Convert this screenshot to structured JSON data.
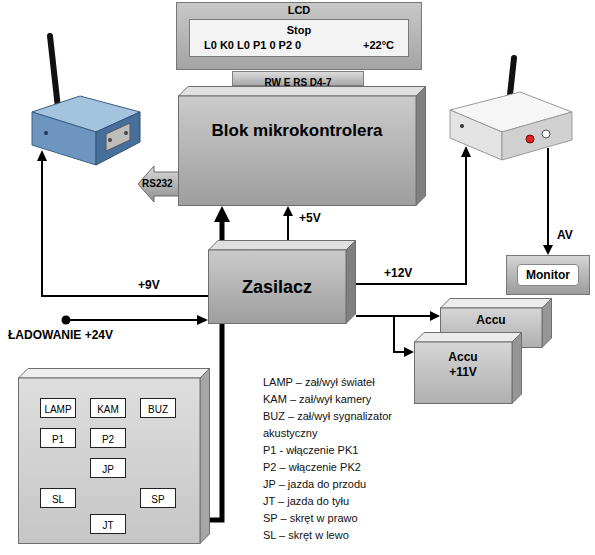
{
  "diagram": {
    "nodes": [
      {
        "text": [
          "LCD",
          "Stop",
          "L0 K0 L0 P1 0 P2 0",
          "+22°C"
        ]
      },
      {
        "text": [
          "RW E RS D4-7"
        ]
      },
      {
        "text": [
          "Blok mikrokontrolera"
        ]
      },
      {
        "text": [
          "Zasilacz"
        ]
      },
      {
        "text": [
          "Monitor"
        ]
      },
      {
        "text": [
          "Accu"
        ]
      },
      {
        "text": [
          "Accu",
          "+11V"
        ]
      },
      {
        "text": []
      },
      {
        "text": [
          "LAMP"
        ],
        "in": 7
      },
      {
        "text": [
          "KAM"
        ],
        "in": 7
      },
      {
        "text": [
          "BUZ"
        ],
        "in": 7
      },
      {
        "text": [
          "P1"
        ],
        "in": 7
      },
      {
        "text": [
          "P2"
        ],
        "in": 7
      },
      {
        "text": [
          "JP"
        ],
        "in": 7
      },
      {
        "text": [
          "SL"
        ],
        "in": 7
      },
      {
        "text": [
          "SP"
        ],
        "in": 7
      },
      {
        "text": [
          "JT"
        ],
        "in": 7
      }
    ],
    "edges": [
      {
        "from": 3,
        "to": 2,
        "label": "+5V",
        "arrow": "to"
      },
      {
        "from": 7,
        "to": 2,
        "arrow": "to"
      },
      {
        "from": 3,
        "to": 5,
        "arrow": "to"
      },
      {
        "from": 3,
        "to": 6,
        "arrow": "to"
      }
    ],
    "labels": [
      "RS232",
      "+9V",
      "+12V",
      "AV",
      "ŁADOWANIE +24V",
      "LAMP – zał/wył świateł",
      "KAM – zał/wył kamery",
      "BUZ – zał/wył sygnalizator akustyczny",
      "P1 - włączenie PK1",
      "P2 – włączenie PK2",
      "JP – jazda do przodu",
      "JT – jazda do tyłu",
      "SP – skręt w prawo",
      "SL – skręt w lewo"
    ]
  }
}
